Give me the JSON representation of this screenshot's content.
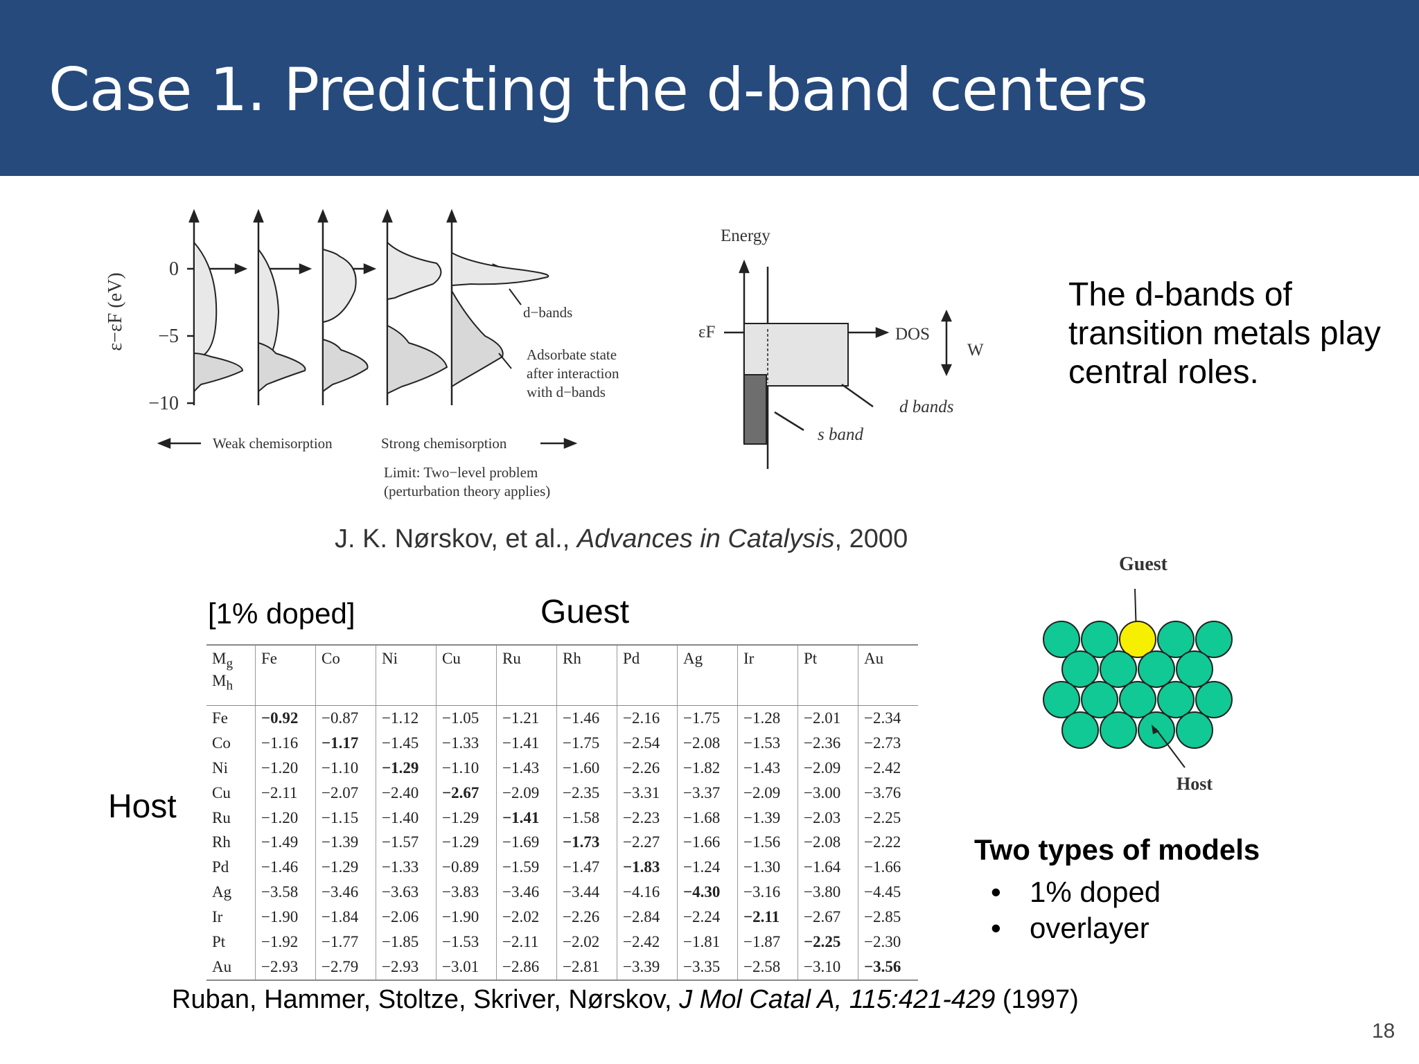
{
  "slide": {
    "title": "Case 1. Predicting the d-band centers",
    "page_number": "18"
  },
  "figure_left": {
    "y_axis_label": "ε−εF (eV)",
    "y_ticks": [
      "0",
      "−5",
      "−10"
    ],
    "label_dbands": "d−bands",
    "label_adsorbate": [
      "Adsorbate state",
      "after interaction",
      "with d−bands"
    ],
    "label_weak": "Weak chemisorption",
    "label_strong": "Strong chemisorption",
    "label_limit": [
      "Limit: Two−level problem",
      "(perturbation theory applies)"
    ]
  },
  "figure_right": {
    "energy": "Energy",
    "ef": "εF",
    "dos": "DOS",
    "w": "W",
    "d_bands": "d bands",
    "s_band": "s band"
  },
  "side_text": "The d-bands of transition metals play central roles.",
  "citation_top": {
    "authors": "J. K. Nørskov, et al., ",
    "journal": "Advances in Catalysis",
    "year": ", 2000"
  },
  "labels": {
    "doped": "[1% doped]",
    "guest": "Guest",
    "host": "Host"
  },
  "table": {
    "corner_top": "Mg",
    "corner_bottom": "Mh",
    "columns": [
      "Fe",
      "Co",
      "Ni",
      "Cu",
      "Ru",
      "Rh",
      "Pd",
      "Ag",
      "Ir",
      "Pt",
      "Au"
    ],
    "rows": [
      {
        "host": "Fe",
        "values": [
          "−0.92",
          "−0.87",
          "−1.12",
          "−1.05",
          "−1.21",
          "−1.46",
          "−2.16",
          "−1.75",
          "−1.28",
          "−2.01",
          "−2.34"
        ]
      },
      {
        "host": "Co",
        "values": [
          "−1.16",
          "−1.17",
          "−1.45",
          "−1.33",
          "−1.41",
          "−1.75",
          "−2.54",
          "−2.08",
          "−1.53",
          "−2.36",
          "−2.73"
        ]
      },
      {
        "host": "Ni",
        "values": [
          "−1.20",
          "−1.10",
          "−1.29",
          "−1.10",
          "−1.43",
          "−1.60",
          "−2.26",
          "−1.82",
          "−1.43",
          "−2.09",
          "−2.42"
        ]
      },
      {
        "host": "Cu",
        "values": [
          "−2.11",
          "−2.07",
          "−2.40",
          "−2.67",
          "−2.09",
          "−2.35",
          "−3.31",
          "−3.37",
          "−2.09",
          "−3.00",
          "−3.76"
        ]
      },
      {
        "host": "Ru",
        "values": [
          "−1.20",
          "−1.15",
          "−1.40",
          "−1.29",
          "−1.41",
          "−1.58",
          "−2.23",
          "−1.68",
          "−1.39",
          "−2.03",
          "−2.25"
        ]
      },
      {
        "host": "Rh",
        "values": [
          "−1.49",
          "−1.39",
          "−1.57",
          "−1.29",
          "−1.69",
          "−1.73",
          "−2.27",
          "−1.66",
          "−1.56",
          "−2.08",
          "−2.22"
        ]
      },
      {
        "host": "Pd",
        "values": [
          "−1.46",
          "−1.29",
          "−1.33",
          "−0.89",
          "−1.59",
          "−1.47",
          "−1.83",
          "−1.24",
          "−1.30",
          "−1.64",
          "−1.66"
        ]
      },
      {
        "host": "Ag",
        "values": [
          "−3.58",
          "−3.46",
          "−3.63",
          "−3.83",
          "−3.46",
          "−3.44",
          "−4.16",
          "−4.30",
          "−3.16",
          "−3.80",
          "−4.45"
        ]
      },
      {
        "host": "Ir",
        "values": [
          "−1.90",
          "−1.84",
          "−2.06",
          "−1.90",
          "−2.02",
          "−2.26",
          "−2.84",
          "−2.24",
          "−2.11",
          "−2.67",
          "−2.85"
        ]
      },
      {
        "host": "Pt",
        "values": [
          "−1.92",
          "−1.77",
          "−1.85",
          "−1.53",
          "−2.11",
          "−2.02",
          "−2.42",
          "−1.81",
          "−1.87",
          "−2.25",
          "−2.30"
        ]
      },
      {
        "host": "Au",
        "values": [
          "−2.93",
          "−2.79",
          "−2.93",
          "−3.01",
          "−2.86",
          "−2.81",
          "−3.39",
          "−3.35",
          "−2.58",
          "−3.10",
          "−3.56"
        ]
      }
    ]
  },
  "lattice": {
    "guest_label": "Guest",
    "host_label": "Host",
    "host_color": "#10c994",
    "guest_color": "#f6f000"
  },
  "models": {
    "title": "Two types of models",
    "items": [
      "1% doped",
      "overlayer"
    ]
  },
  "citation_bottom": {
    "authors": "Ruban, Hammer, Stoltze, Skriver, Nørskov, ",
    "journal": "J Mol Catal A, 115:421-429",
    "year": " (1997)"
  }
}
